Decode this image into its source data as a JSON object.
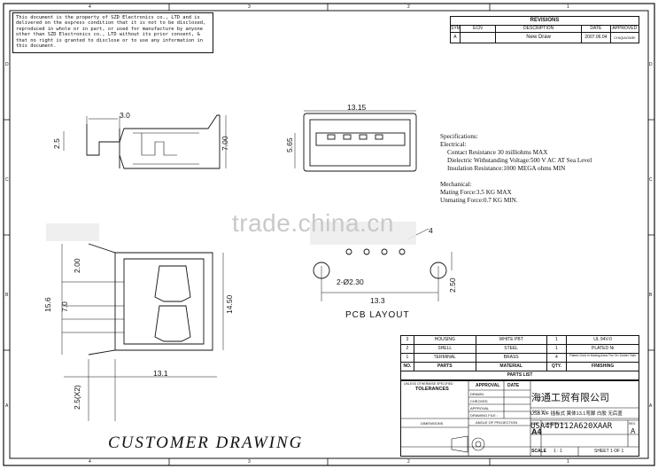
{
  "notice": {
    "text": "This document is the property of SZD Electronics co., LTD and is delivered on the express condition that it is not to be disclosed, reproduced in whole or in part, or used for manufacture by anyone other than SZD Electronics co., LTD without its prior consent, & that no right is granted to disclose or to use any information in this document."
  },
  "revisions": {
    "title": "REVISIONS",
    "headers": [
      "SYM",
      "ECN",
      "DESCRIPTION",
      "DATE",
      "APPROVED"
    ],
    "row": [
      "A",
      "",
      "New Draw",
      "2007.06.04",
      "CHIQIAOWEI"
    ]
  },
  "dims": {
    "d_3_0": "3.0",
    "d_2_5": "2.5",
    "d_7_00": "7.00",
    "d_13_15": "13.15",
    "d_5_65": "5.65",
    "d_2_00": "2.00",
    "d_15_6": "15.6",
    "d_7_0": "7.0",
    "d_14_50": "14.50",
    "d_13_1": "13.1",
    "d_2_5x2": "2.5(X2)",
    "d_2_phi": "2-Ø2.30",
    "d_13_3": "13.3",
    "d_2_50": "2.50",
    "d_4": "4"
  },
  "specs": {
    "heading": "Specifications:",
    "electrical": "Electrical:",
    "e1": "Contact Resistance 30 milliohms MAX",
    "e2": "Dielectric Withstanding Voltage:500 V AC AT Sea Level",
    "e3": "Insulation Resistance:1000 MEGA ohms MIN",
    "mechanical": "Mechanical:",
    "m1": "Mating Force:3.5 KG MAX",
    "m2": "Unmating Force:0.7 KG MIN."
  },
  "pcb_layout": "PCB LAYOUT",
  "watermark": "trade.china.cn",
  "drawing_title": "CUSTOMER DRAWING",
  "parts": {
    "rows": [
      [
        "3",
        "HOUSING",
        "WHITE PBT",
        "1",
        "UL 94V-0"
      ],
      [
        "2",
        "SHELL",
        "STEEL",
        "1",
        "PLATED Ni"
      ],
      [
        "1",
        "TERMINAL",
        "BRASS",
        "4",
        "Plated Gold in Mating Area Tin/ On Solder Tails"
      ],
      [
        "NO.",
        "PARTS",
        "MATERIAL",
        "QTY.",
        "FINISHING"
      ]
    ],
    "label": "PARTS LIST"
  },
  "titleblock": {
    "tolerances": "TOLERANCES",
    "tol_note": "UNLESS OTHERWISE SPECIFIED",
    "approval": "APPROVAL",
    "date": "DATE",
    "drawn": "DRAWN",
    "checked": "CHECKED",
    "approval2": "APPROVAL",
    "drawing_file": "DRAWING FILE :",
    "dimensions": "DIMENSIONS",
    "angle": "ANGLE OF PROJECTION",
    "company": "海通工贸有限公司",
    "description": "USB A/F 插板式 簧体13.1弯脚 白胶 无后盖",
    "part_no_label": "PART NO.",
    "part_no": "USA4FD112A620XAAR",
    "size_label": "SIZE",
    "size": "A4",
    "drawing_no": "DRAWING NO.",
    "rev_label": "REV.",
    "rev": "A",
    "scale_label": "SCALE",
    "scale": "1 : 1",
    "sheet": "SHEET 1 OF 1"
  },
  "frame": {
    "top": [
      "4",
      "3",
      "2",
      "1"
    ],
    "bottom": [
      "4",
      "3",
      "2",
      "1"
    ],
    "left": [
      "D",
      "C",
      "B",
      "A"
    ],
    "right": [
      "D",
      "C",
      "B",
      "A"
    ]
  }
}
